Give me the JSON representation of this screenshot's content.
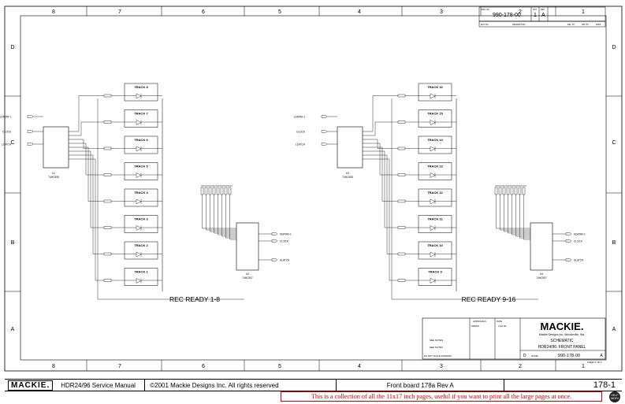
{
  "grid": {
    "columns": [
      "8",
      "7",
      "6",
      "5",
      "4",
      "3",
      "2",
      "1"
    ],
    "rows": [
      "D",
      "C",
      "B",
      "A"
    ]
  },
  "titleblock": {
    "dwg_no_label": "DWG. NO.",
    "dwg_no": "990-178-00",
    "sht_label": "SHT",
    "sht": "1",
    "rev_label": "REV",
    "rev": "A",
    "rev_header": [
      "ECO NO.",
      "DESCRIPTION",
      "REL. BY",
      "APP. BY",
      "DATE"
    ],
    "company_logo": "MACKIE.",
    "company": "Mackie Designs Inc.   Woodinville, Wa.",
    "doc_type": "SCHEMATIC",
    "title": "HDR24/96: FRONT PANEL",
    "size": "D",
    "scale": "NONE",
    "number": "990-178-00",
    "rev_box": "A",
    "sheet": "SHEET 1 OF 2",
    "notes": "SEE NOTES",
    "finish": "SEE NOTES",
    "do_not_scale": "DO NOT SCALE DRAWING",
    "approvals": "APPROVALS",
    "date_label": "DATE",
    "drawn": "DRAWN",
    "drawn_date": "3-22-00"
  },
  "blocks": [
    {
      "caption": "REC READY 1-8",
      "tracks": [
        "TRACK 8",
        "TRACK 7",
        "TRACK 6",
        "TRACK 5",
        "TRACK 4",
        "TRACK 3",
        "TRACK 2",
        "TRACK 1"
      ],
      "inputs": [
        "LDATA0-1",
        "CLOCK",
        "LLATCH"
      ],
      "ic_left": "U1\n74HC595",
      "ic_right": "U2\n74HC597",
      "outputs": [
        "SDATA0-1",
        "CLOCK",
        "SLATCH"
      ]
    },
    {
      "caption": "REC READY 9-16",
      "tracks": [
        "TRACK 16",
        "TRACK 15",
        "TRACK 14",
        "TRACK 13",
        "TRACK 12",
        "TRACK 11",
        "TRACK 10",
        "TRACK 9"
      ],
      "inputs": [
        "LDATA0-1",
        "CLOCK",
        "LLATCH"
      ],
      "ic_left": "U3\n74HC595",
      "ic_right": "U4\n74HC597",
      "outputs": [
        "SDATA0-1",
        "CLOCK",
        "SLATCH"
      ]
    }
  ],
  "footer": {
    "logo": "MACKIE.",
    "manual": "HDR24/96 Service Manual",
    "copyright": "©2001 Mackie Designs Inc. All rights reserved",
    "board": "Front board 178a Rev A",
    "page": "178-1"
  },
  "note": "This is a collection of all the 11x17 inch pages, useful if you want to print all the large pages at once.",
  "help_icon": "help-badge-icon"
}
